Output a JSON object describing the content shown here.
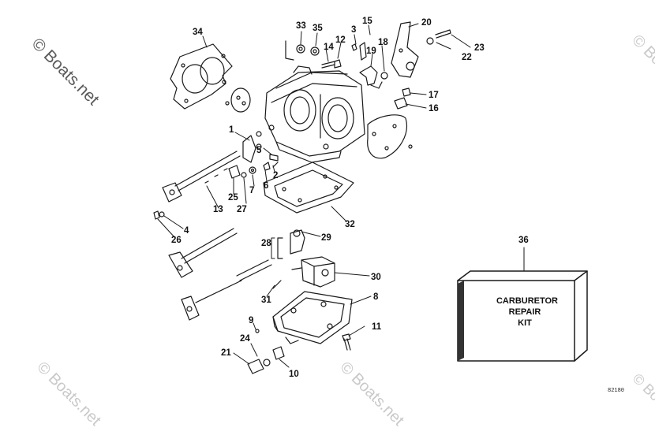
{
  "watermark": {
    "main": "© Boats.net",
    "faint": "© Boats.net"
  },
  "callouts": {
    "c1": "1",
    "c2": "2",
    "c3": "3",
    "c4": "4",
    "c5": "5",
    "c6": "6",
    "c7": "7",
    "c8": "8",
    "c9": "9",
    "c10": "10",
    "c11": "11",
    "c12": "12",
    "c13": "13",
    "c14": "14",
    "c15": "15",
    "c16": "16",
    "c17": "17",
    "c18": "18",
    "c19": "19",
    "c20": "20",
    "c21": "21",
    "c22": "22",
    "c23": "23",
    "c24": "24",
    "c25": "25",
    "c26": "26",
    "c27": "27",
    "c28": "28",
    "c29": "29",
    "c30": "30",
    "c31": "31",
    "c32": "32",
    "c33": "33",
    "c34": "34",
    "c35": "35",
    "c36": "36"
  },
  "repair_kit": {
    "line1": "CARBURETOR",
    "line2": "REPAIR",
    "line3": "KIT"
  },
  "figure_number": "82180"
}
